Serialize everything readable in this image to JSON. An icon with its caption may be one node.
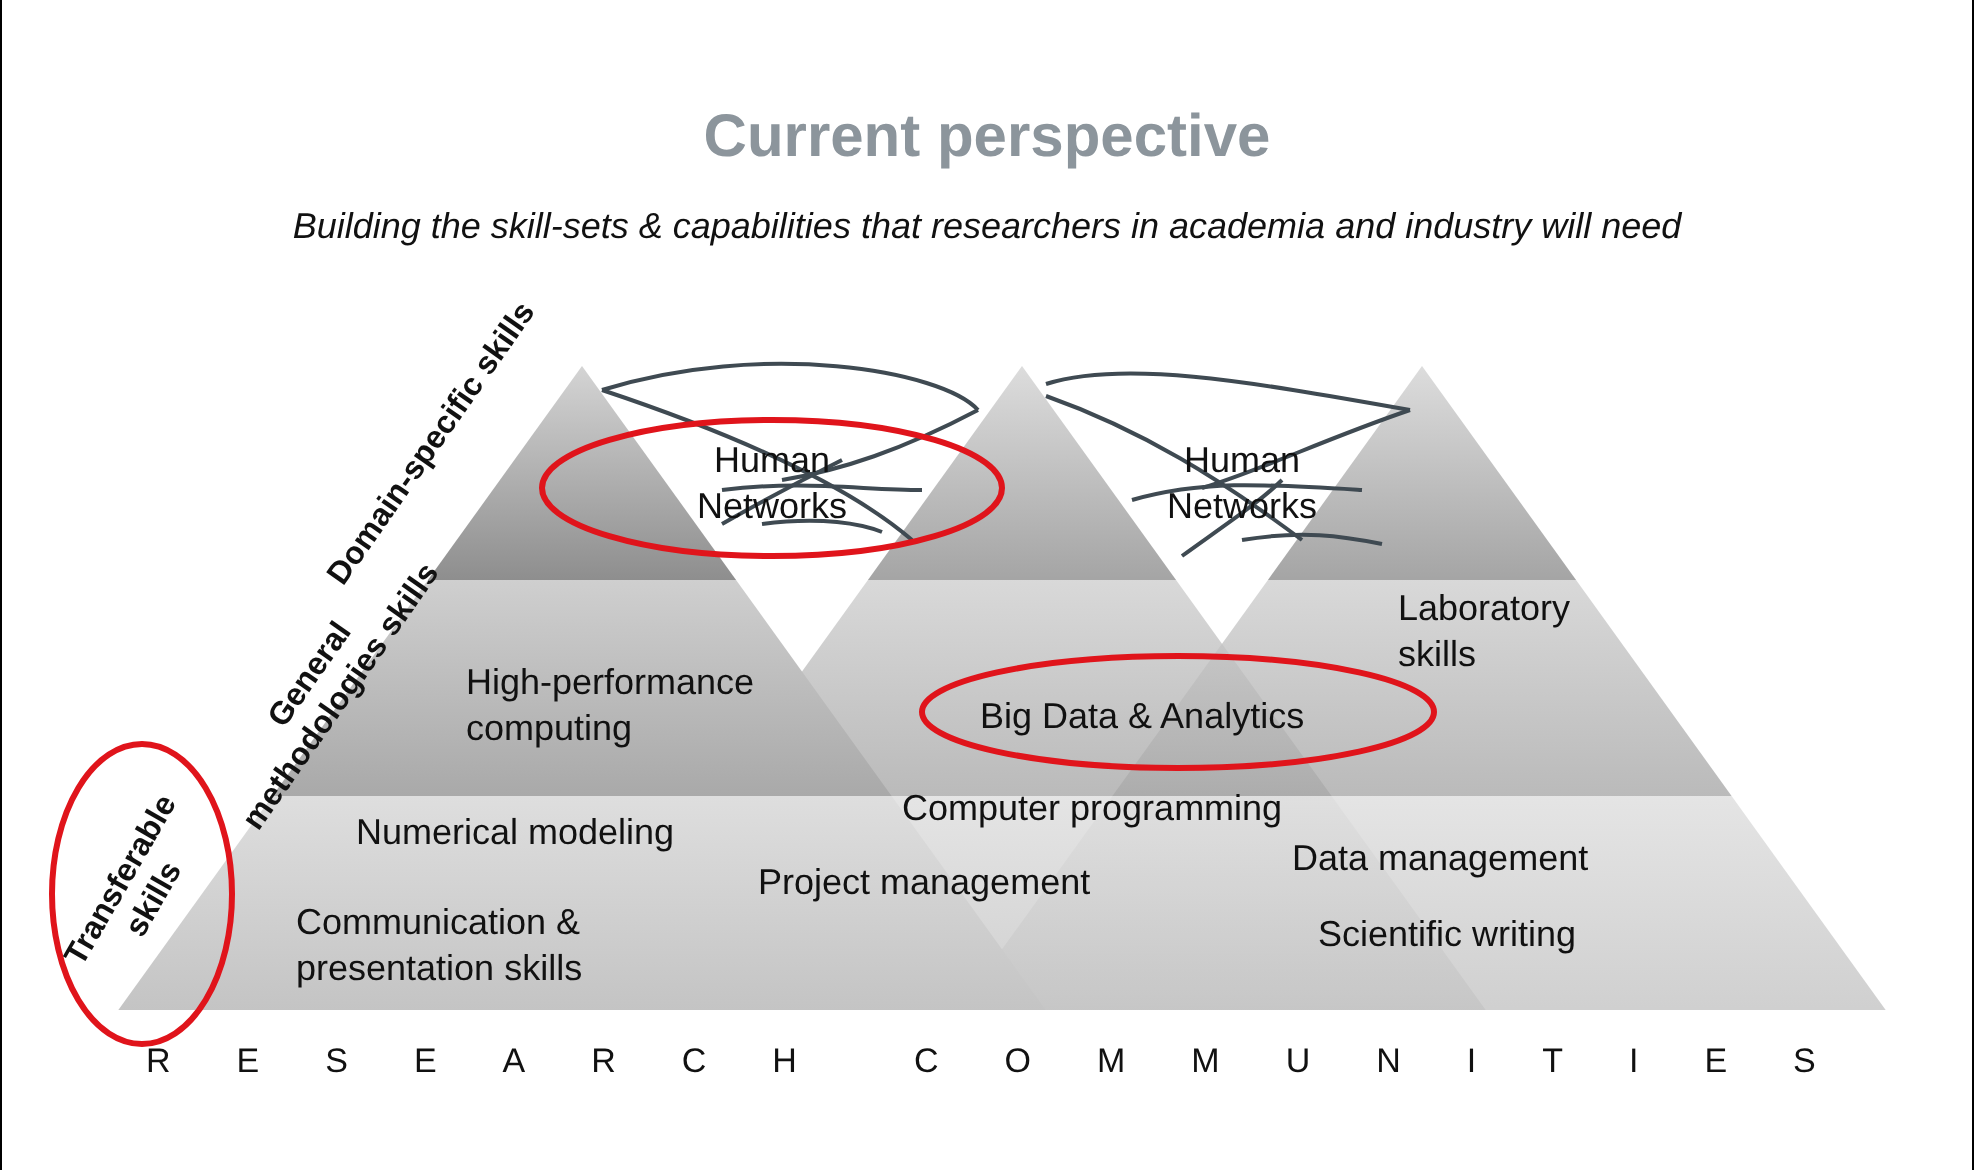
{
  "diagram": {
    "title": "Current perspective",
    "labels": [
      "Building the skill-sets & capabilities that researchers in academia and industry will need",
      "Domain-specific skills",
      "General methodologies skills",
      "Transferable skills",
      "Human Networks",
      "Human Networks",
      "Laboratory skills",
      "High-performance computing",
      "Big Data & Analytics",
      "Computer programming",
      "Numerical modeling",
      "Data management",
      "Project management",
      "Communication & presentation skills",
      "Scientific writing",
      "RESEARCH",
      "COMMUNITIES"
    ]
  }
}
